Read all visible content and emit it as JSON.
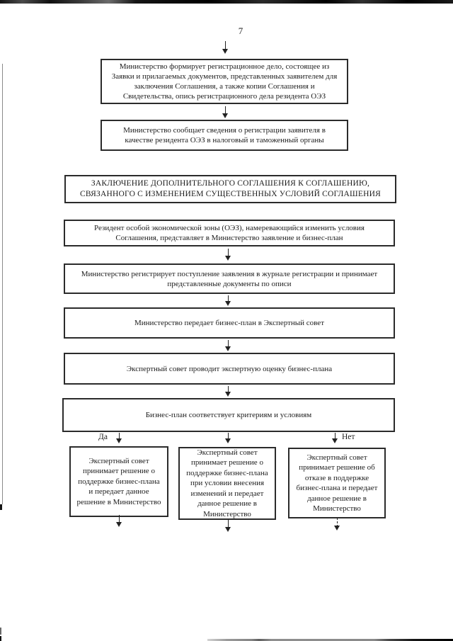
{
  "page": {
    "number": "7"
  },
  "registration_flow": {
    "boxes": [
      "Министерство формирует регистрационное дело, состоящее из Заявки и прилагаемых документов, представленных заявителем для заключения Соглашения, а также копии Соглашения и Свидетельства, опись регистрационного дела резидента ОЭЗ",
      "Министерство сообщает сведения о регистрации заявителя в качестве резидента ОЭЗ в налоговый и таможенный органы"
    ]
  },
  "amendment_flow": {
    "title": "ЗАКЛЮЧЕНИЕ ДОПОЛНИТЕЛЬНОГО СОГЛАШЕНИЯ К СОГЛАШЕНИЮ, СВЯЗАННОГО С ИЗМЕНЕНИЕМ СУЩЕСТВЕННЫХ УСЛОВИЙ СОГЛАШЕНИЯ",
    "steps": [
      "Резидент особой экономической зоны (ОЭЗ), намеревающийся изменить условия Соглашения, представляет в Министерство заявление и бизнес-план",
      "Министерство регистрирует поступление заявления в журнале регистрации и принимает представленные документы по описи",
      "Министерство передает бизнес-план в Экспертный совет",
      "Экспертный совет проводит экспертную оценку бизнес-плана"
    ],
    "decision": "Бизнес-план соответствует критериям и условиям",
    "branches": {
      "yes": "Да",
      "no": "Нет"
    },
    "outcomes": [
      "Экспертный совет принимает решение о поддержке бизнес-плана и передает данное решение в Министерство",
      "Экспертный совет принимает решение о поддержке бизнес-плана при условии внесения изменений и передает данное решение в Министерство",
      "Экспертный совет принимает решение об отказе в поддержке бизнес-плана и передает данное решение в Министерство"
    ]
  },
  "colors": {
    "ink": "#1d1d1d",
    "paper": "#ffffff",
    "border": "#2b2b2b"
  }
}
